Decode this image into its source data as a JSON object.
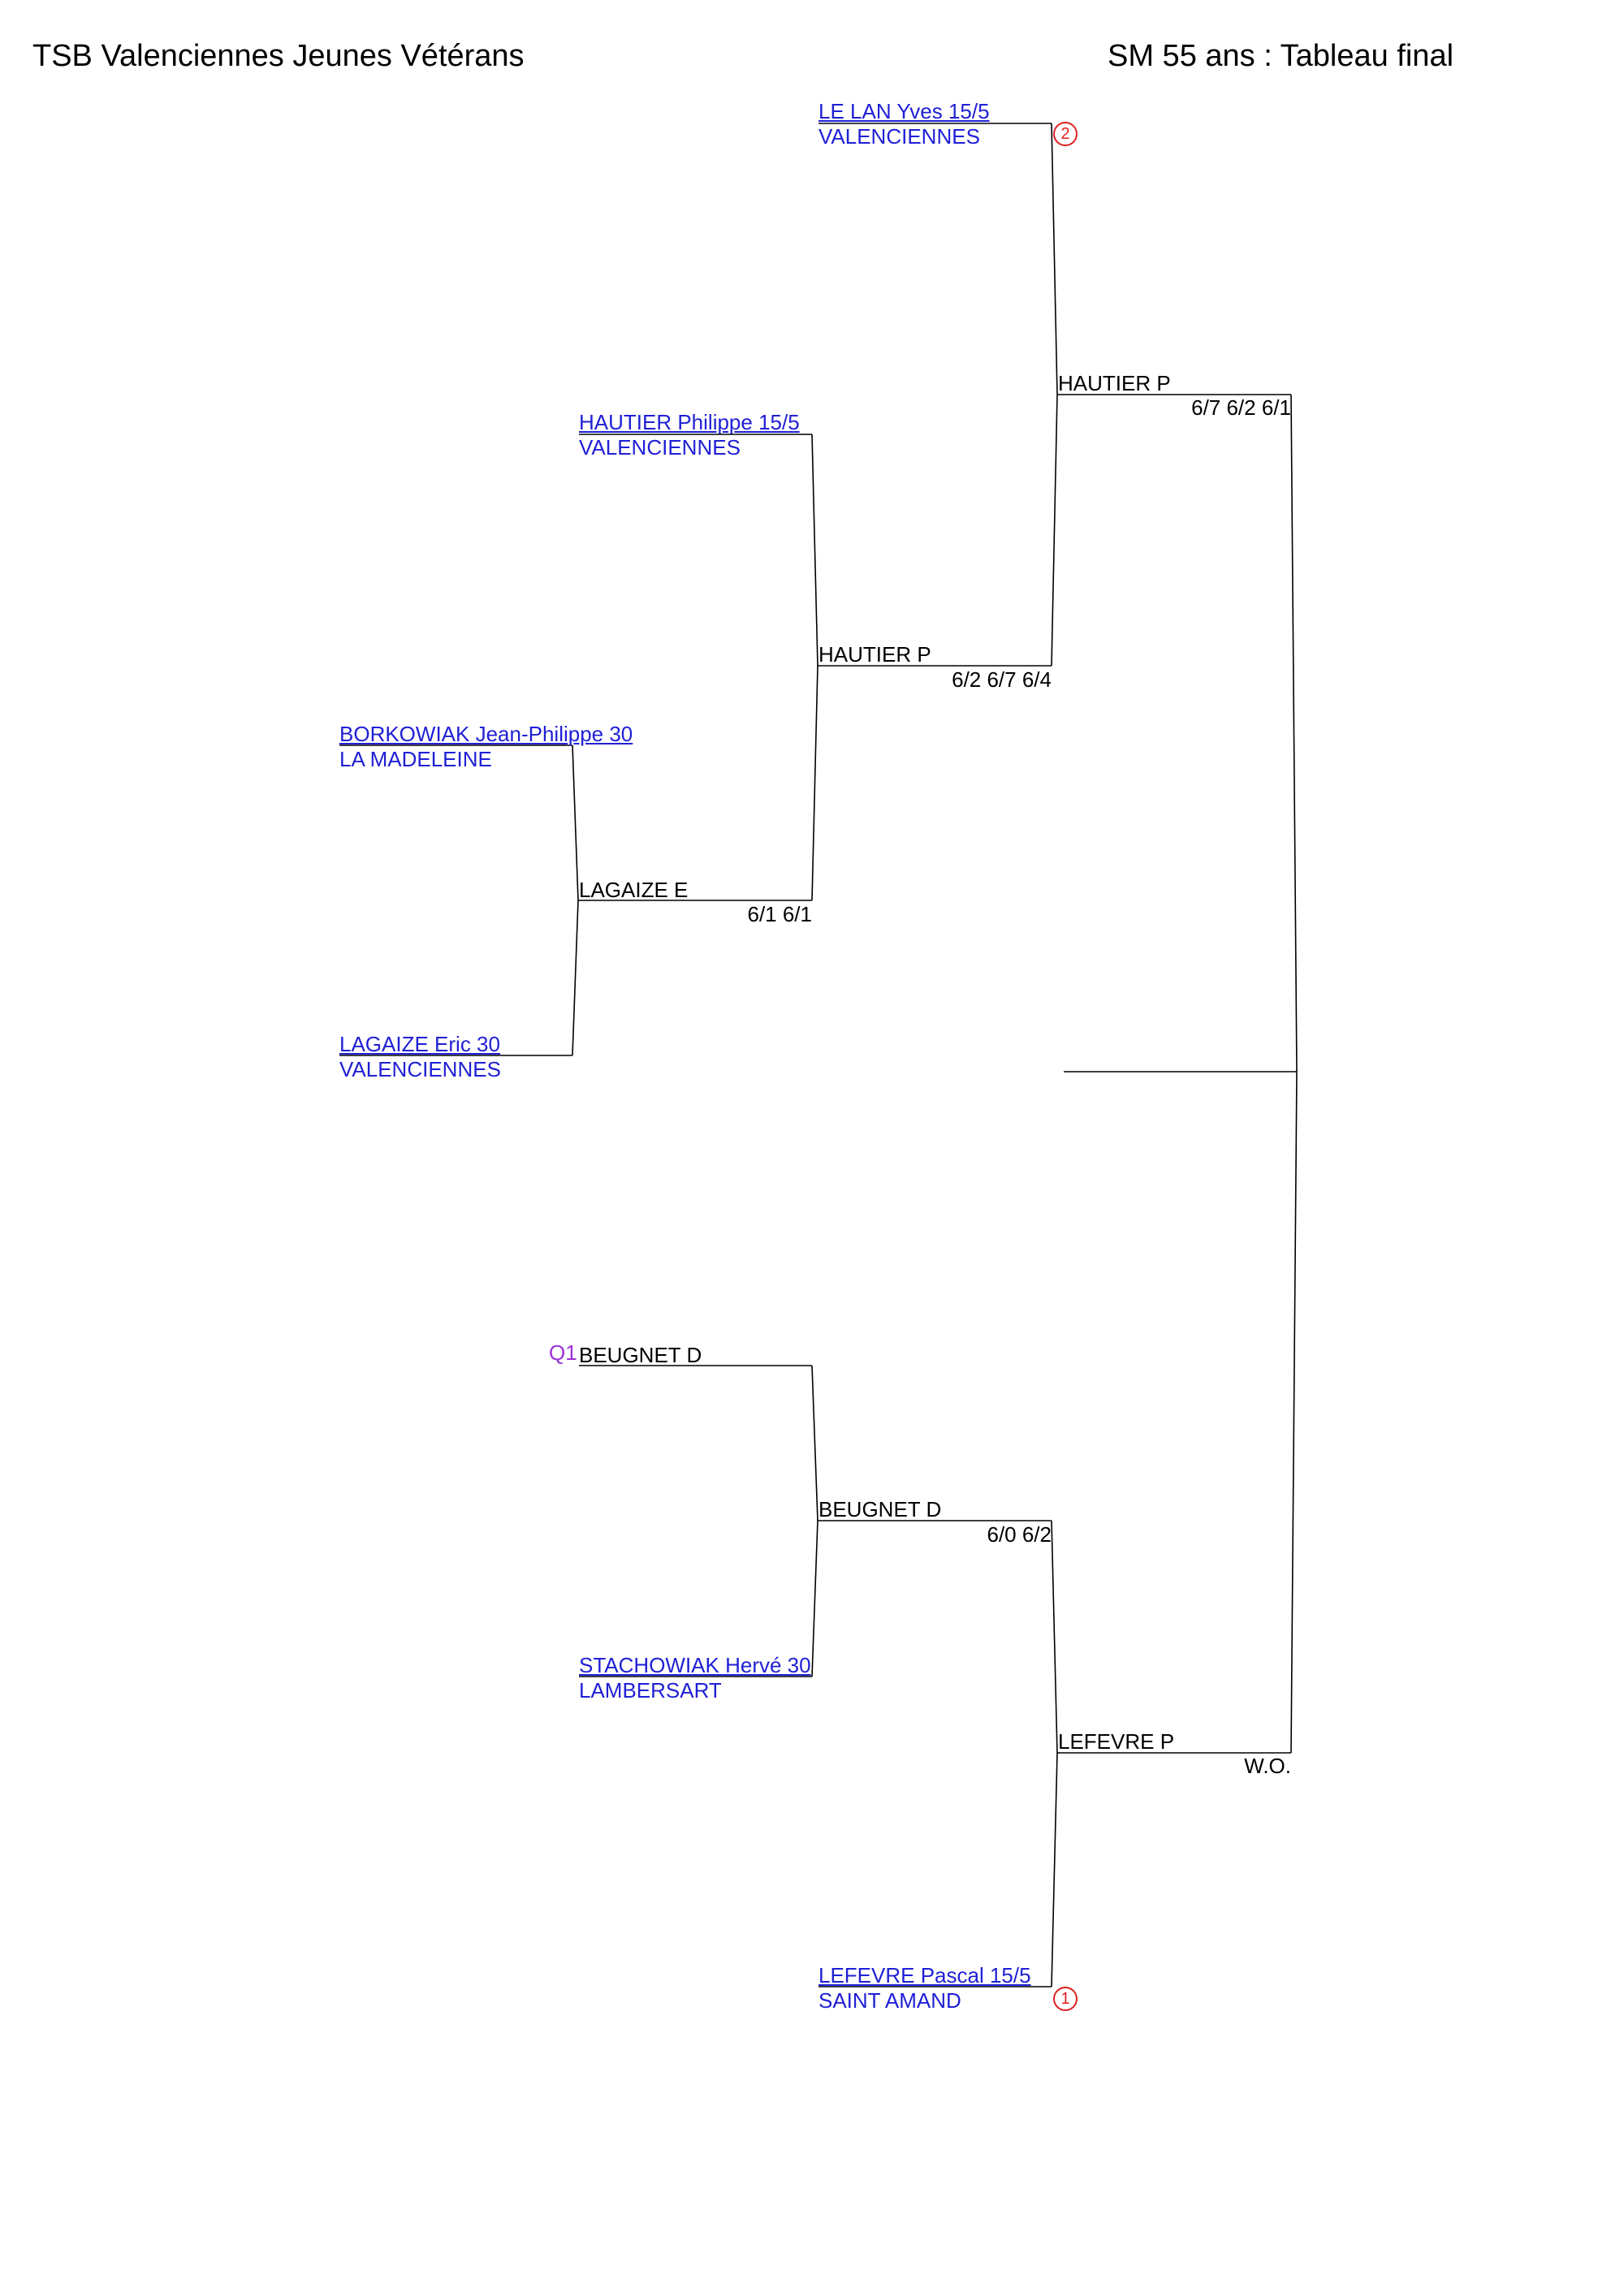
{
  "header": {
    "club": "TSB Valenciennes Jeunes Vétérans",
    "event": "SM 55 ans : Tableau final"
  },
  "entrants": {
    "lelan": {
      "name": "LE LAN Yves 15/5",
      "club": "VALENCIENNES",
      "seed": "2"
    },
    "hautier": {
      "name": "HAUTIER Philippe 15/5",
      "club": "VALENCIENNES"
    },
    "borkowiak": {
      "name": "BORKOWIAK Jean-Philippe 30",
      "club": "LA MADELEINE"
    },
    "lagaize": {
      "name": "LAGAIZE Eric 30",
      "club": "VALENCIENNES"
    },
    "beugnet": {
      "qualifier": "Q1",
      "name": "BEUGNET D"
    },
    "stachowiak": {
      "name": "STACHOWIAK Hervé 30",
      "club": "LAMBERSART"
    },
    "lefevre": {
      "name": "LEFEVRE Pascal 15/5",
      "club": "SAINT AMAND",
      "seed": "1"
    }
  },
  "results": {
    "r1_top": {
      "winner": "LAGAIZE E",
      "score": "6/1 6/1"
    },
    "r2_top": {
      "winner": "HAUTIER P",
      "score": "6/2 6/7 6/4"
    },
    "r2_bottom": {
      "winner": "BEUGNET D",
      "score": "6/0 6/2"
    },
    "semi_top": {
      "winner": "HAUTIER P",
      "score": "6/7 6/2 6/1"
    },
    "semi_bottom": {
      "winner": "LEFEVRE P",
      "score": "W.O."
    }
  }
}
